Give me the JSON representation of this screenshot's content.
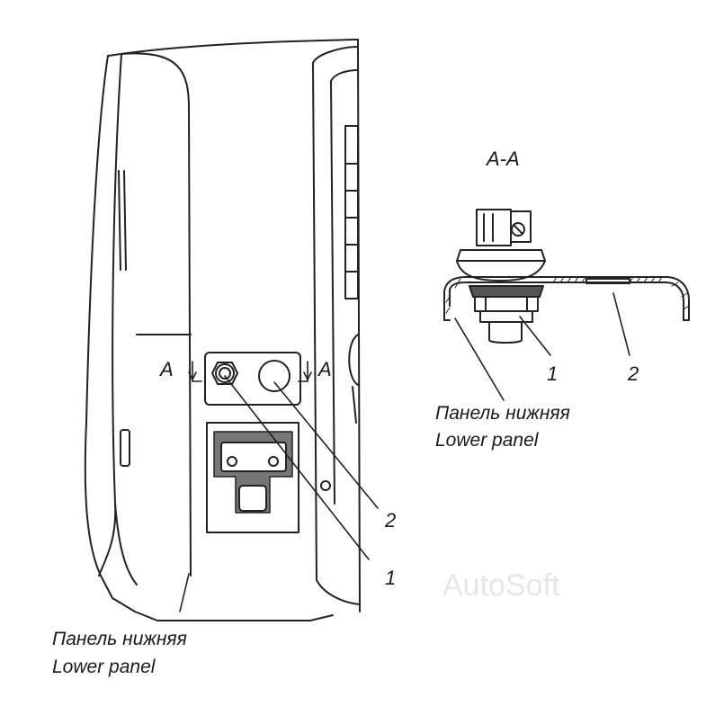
{
  "section_view": {
    "title": "A-A",
    "callout_1": "1",
    "callout_2": "2",
    "caption_ru": "Панель нижняя",
    "caption_en": "Lower panel"
  },
  "main_view": {
    "section_mark_left": "A",
    "section_mark_right": "A",
    "callout_1": "1",
    "callout_2": "2",
    "caption_ru": "Панель нижняя",
    "caption_en": "Lower panel"
  },
  "watermark": "AutoSoft"
}
